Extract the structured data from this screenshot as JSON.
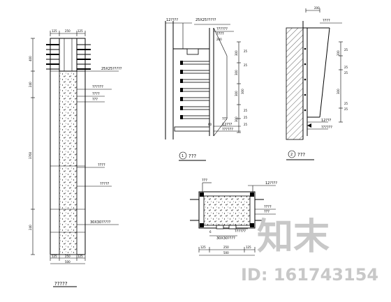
{
  "main_view": {
    "title": "?????",
    "labels": [
      "25X25?????",
      "??????",
      "????",
      "???",
      "????",
      "?????",
      "30X30?????"
    ],
    "dims_vertical": [
      "400",
      "240",
      "3760",
      "240"
    ],
    "dims_bottom": [
      "125",
      "250",
      "125",
      "500"
    ],
    "dims_top": [
      "125",
      "250",
      "125"
    ]
  },
  "detail_1": {
    "caption": "???",
    "number": "1",
    "labels": [
      "12????",
      "25X25?????",
      "??????",
      "????",
      "???",
      "12???",
      "??????"
    ],
    "dims": [
      "200",
      "300",
      "300",
      "300",
      "25",
      "25",
      "300",
      "25",
      "60",
      "25",
      "25",
      "300"
    ]
  },
  "detail_2": {
    "caption": "???",
    "number": "2",
    "labels": [
      "????",
      "12???",
      "??????"
    ],
    "dims": [
      "200",
      "25",
      "200",
      "25",
      "25",
      "300",
      "25",
      "25"
    ]
  },
  "section_view": {
    "labels": [
      "???",
      "12????",
      "????",
      "???",
      "??????",
      "30X30????"
    ],
    "dims": [
      "125",
      "250",
      "125",
      "6",
      "500"
    ]
  },
  "watermark": {
    "logo_text": "知末",
    "id_text": "ID: 161743154"
  }
}
